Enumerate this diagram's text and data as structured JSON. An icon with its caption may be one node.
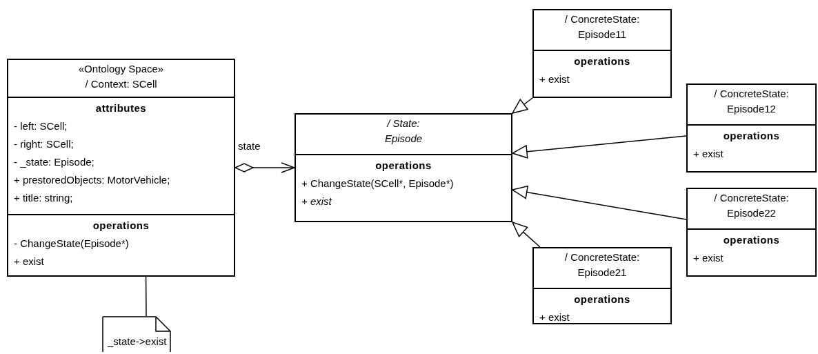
{
  "diagram": {
    "nodes": [
      {
        "text": [
          "«Ontology Space»",
          "/ Context: SCell",
          "attributes",
          "- left: SCell;",
          "- right: SCell;",
          "- _state: Episode;",
          "+ prestoredObjects: MotorVehicle;",
          "+ title: string;",
          "operations",
          "- ChangeState(Episode*)",
          "+ exist"
        ]
      },
      {
        "text": [
          "/ State: Episode",
          "operations",
          "+ ChangeState(SCell*, Episode*)",
          "+ exist"
        ]
      },
      {
        "text": [
          "/ ConcreteState: Episode11",
          "operations",
          "+ exist"
        ]
      },
      {
        "text": [
          "/ ConcreteState: Episode12",
          "operations",
          "+ exist"
        ]
      },
      {
        "text": [
          "/ ConcreteState: Episode22",
          "operations",
          "+ exist"
        ]
      },
      {
        "text": [
          "/ ConcreteState: Episode21",
          "operations",
          "+ exist"
        ]
      },
      {
        "text": [
          "_state->exist"
        ]
      }
    ],
    "edges": [
      {
        "from": 0,
        "to": 1,
        "arrow": "to",
        "label": "state"
      },
      {
        "from": 2,
        "to": 1,
        "arrow": "to"
      },
      {
        "from": 3,
        "to": 1,
        "arrow": "to"
      },
      {
        "from": 4,
        "to": 1,
        "arrow": "to"
      },
      {
        "from": 5,
        "to": 1,
        "arrow": "to"
      },
      {
        "from": 0,
        "to": 6,
        "arrow": "none"
      }
    ]
  }
}
